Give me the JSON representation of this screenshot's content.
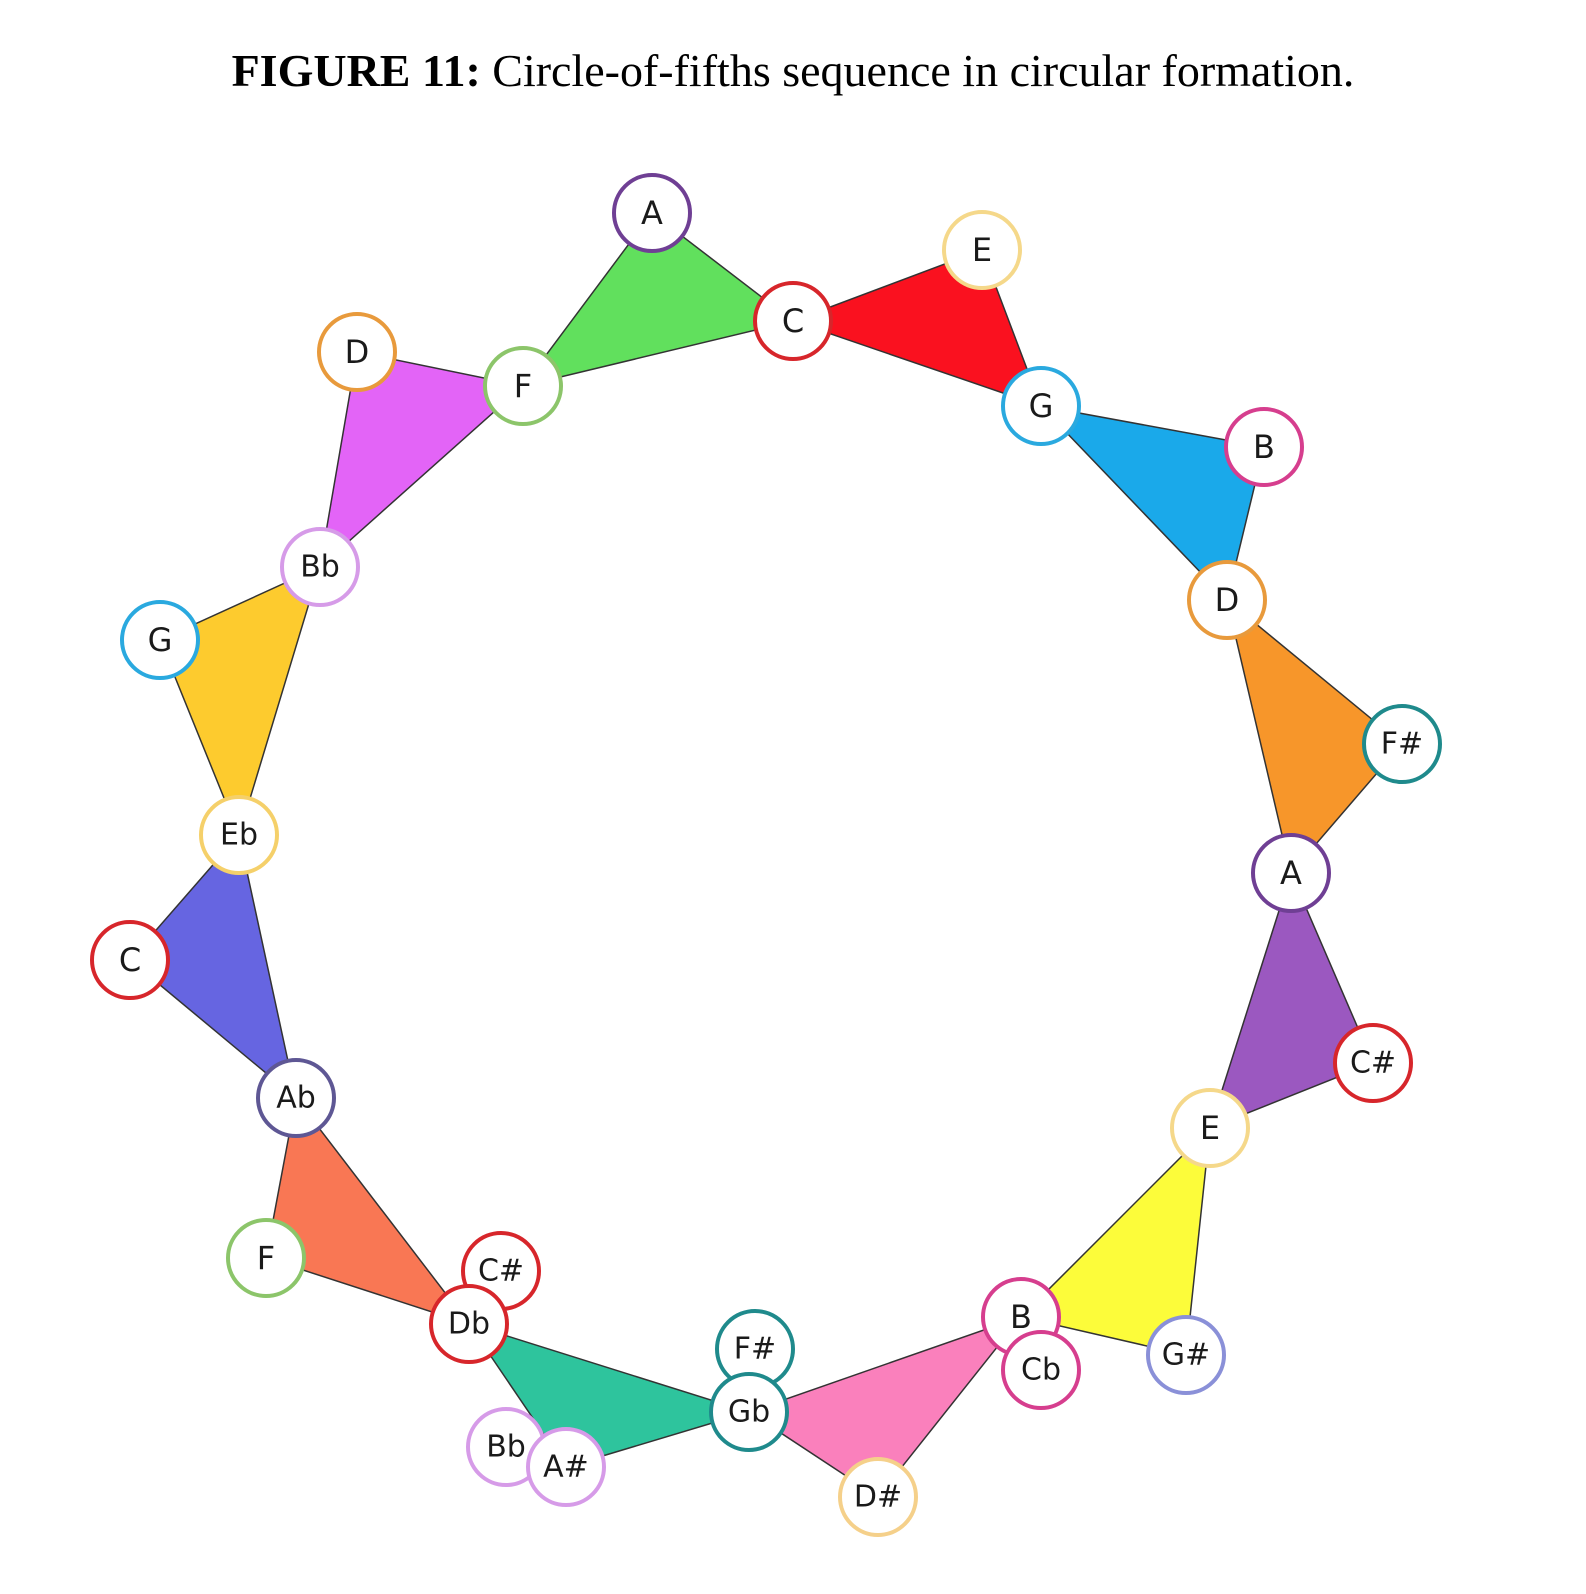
{
  "caption": {
    "label": "FIGURE 11:",
    "text": "Circle-of-fifths sequence in circular formation."
  },
  "note_colors": {
    "A": "#6f3f94",
    "C": "#d7262b",
    "E": "#f5d88a",
    "G": "#2aa9df",
    "B": "#d63e8e",
    "D": "#e89a3c",
    "F#": "#1f8a8c",
    "C#": "#d7262b",
    "G#": "#8a90d8",
    "D#": "#f5d08a",
    "Bb": "#d69be8",
    "A#": "#d69be8",
    "F": "#8cc56a",
    "Eb": "#f5d06a",
    "Ab": "#5e5794",
    "Db": "#d7262b",
    "Gb": "#1f8a8c",
    "Cb": "#d63e8e"
  },
  "triads": [
    {
      "root": "C",
      "third": "E",
      "fifth": "G",
      "fill": "#fa111f"
    },
    {
      "root": "G",
      "third": "B",
      "fifth": "D",
      "fill": "#1aa9ea"
    },
    {
      "root": "D",
      "third": "F#",
      "fifth": "A",
      "fill": "#f7962a"
    },
    {
      "root": "A",
      "third": "C#",
      "fifth": "E",
      "fill": "#9b58c0"
    },
    {
      "root": "E",
      "third": "G#",
      "fifth": "B",
      "fill": "#fcfc3a"
    },
    {
      "root": "B",
      "third": "D#",
      "fifth": "F#",
      "fill": "#fa80bc"
    },
    {
      "root": "Gb",
      "third": "Bb",
      "fifth": "Db",
      "fill": "#2ec49d"
    },
    {
      "root": "Db",
      "third": "F",
      "fifth": "Ab",
      "fill": "#f97754"
    },
    {
      "root": "Ab",
      "third": "C",
      "fifth": "Eb",
      "fill": "#6665e1"
    },
    {
      "root": "Eb",
      "third": "G",
      "fifth": "Bb",
      "fill": "#fdcb2e"
    },
    {
      "root": "Bb",
      "third": "D",
      "fifth": "F",
      "fill": "#e364f7"
    },
    {
      "root": "F",
      "third": "A",
      "fifth": "C",
      "fill": "#61e05d"
    }
  ],
  "nodes": [
    {
      "id": "n-A-top",
      "label": "A"
    },
    {
      "id": "n-E-top",
      "label": "E"
    },
    {
      "id": "n-C-top",
      "label": "C"
    },
    {
      "id": "n-G-1",
      "label": "G"
    },
    {
      "id": "n-B-1",
      "label": "B"
    },
    {
      "id": "n-D-1",
      "label": "D"
    },
    {
      "id": "n-Fs-1",
      "label": "F#"
    },
    {
      "id": "n-A-1",
      "label": "A"
    },
    {
      "id": "n-Cs-1",
      "label": "C#"
    },
    {
      "id": "n-E-1",
      "label": "E"
    },
    {
      "id": "n-Gs-1",
      "label": "G#"
    },
    {
      "id": "n-B-2",
      "label": "B"
    },
    {
      "id": "n-Cb",
      "label": "Cb"
    },
    {
      "id": "n-Ds",
      "label": "D#"
    },
    {
      "id": "n-Fs-2",
      "label": "F#"
    },
    {
      "id": "n-Gb",
      "label": "Gb"
    },
    {
      "id": "n-Bb-2",
      "label": "Bb"
    },
    {
      "id": "n-As",
      "label": "A#"
    },
    {
      "id": "n-Cs-2",
      "label": "C#"
    },
    {
      "id": "n-Db",
      "label": "Db"
    },
    {
      "id": "n-F-2",
      "label": "F"
    },
    {
      "id": "n-Ab",
      "label": "Ab"
    },
    {
      "id": "n-C-2",
      "label": "C"
    },
    {
      "id": "n-Eb",
      "label": "Eb"
    },
    {
      "id": "n-G-2",
      "label": "G"
    },
    {
      "id": "n-Bb-1",
      "label": "Bb"
    },
    {
      "id": "n-D-2",
      "label": "D"
    },
    {
      "id": "n-F-1",
      "label": "F"
    }
  ]
}
